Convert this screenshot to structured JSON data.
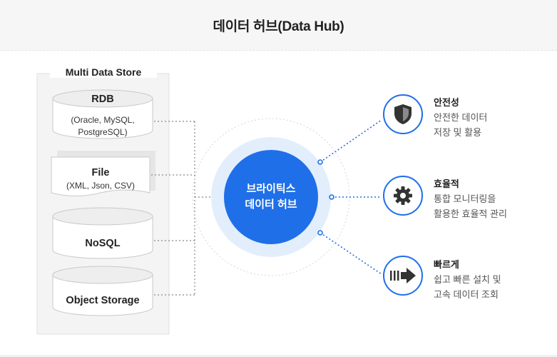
{
  "title": "데이터 허브(Data Hub)",
  "store": {
    "title": "Multi Data Store",
    "items": [
      {
        "name": "RDB",
        "detail_lines": [
          "(Oracle, MySQL,",
          "PostgreSQL)"
        ]
      },
      {
        "name": "File",
        "detail_lines": [
          "(XML, Json, CSV)"
        ]
      },
      {
        "name": "NoSQL",
        "detail_lines": []
      },
      {
        "name": "Object Storage",
        "detail_lines": []
      }
    ]
  },
  "hub": {
    "line1": "브라이틱스",
    "line2": "데이터 허브"
  },
  "features": [
    {
      "title": "안전성",
      "desc_lines": [
        "안전한 데이터",
        "저장 및 활용"
      ],
      "icon": "shield-icon"
    },
    {
      "title": "효율적",
      "desc_lines": [
        "통합 모니터링을",
        "활용한 효율적 관리"
      ],
      "icon": "gear-icon"
    },
    {
      "title": "빠르게",
      "desc_lines": [
        "쉽고 빠른 설치 및",
        "고속 데이터 조회"
      ],
      "icon": "fast-forward-arrow-icon"
    }
  ],
  "colors": {
    "accent": "#1f6fe8",
    "hub_glow": "#e3eefc",
    "panel_bg": "#f4f4f4",
    "line_gray": "#9a9a9a"
  }
}
